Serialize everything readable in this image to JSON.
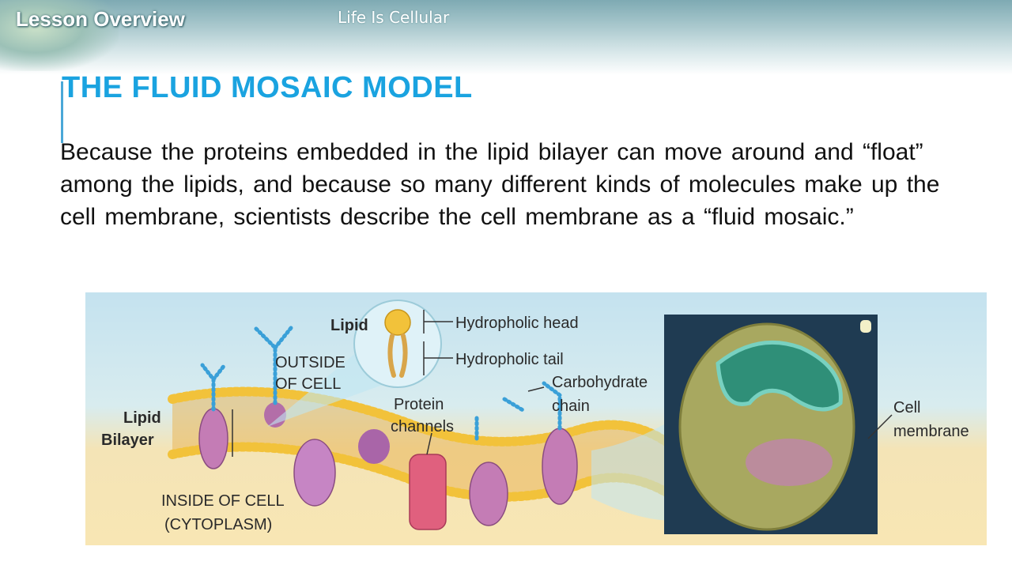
{
  "header": {
    "lesson_label": "Lesson Overview",
    "chapter_label": "Life Is Cellular"
  },
  "slide": {
    "title": "THE FLUID MOSAIC MODEL",
    "body": "Because the proteins embedded in the lipid bilayer can move around and “float” among the lipids, and because so many different kinds of molecules make up the cell membrane, scientists describe the cell membrane as a “fluid mosaic.”"
  },
  "figure": {
    "labels": {
      "lipid": "Lipid",
      "hydrophilic_head": "Hydropholic head",
      "hydrophobic_tail": "Hydropholic tail",
      "outside_1": "OUTSIDE",
      "outside_2": "OF CELL",
      "carb_1": "Carbohydrate",
      "carb_2": "chain",
      "protein_1": "Protein",
      "protein_2": "channels",
      "bilayer_1": "Lipid",
      "bilayer_2": "Bilayer",
      "inside_1": "INSIDE OF CELL",
      "inside_2": "(CYTOPLASM)",
      "cellmem_1": "Cell",
      "cellmem_2": "membrane"
    },
    "colors": {
      "lipid_head": "#f2c23a",
      "lipid_tail": "#d8a54a",
      "protein": "#c47cb5",
      "channel": "#e0607e",
      "carbohydrate": "#3aa0d8",
      "micrograph_bg": "#1f3b52",
      "cell_body": "#a8a860",
      "nucleus": "#1f6f5a"
    }
  },
  "accent_color": "#1aa3e0"
}
